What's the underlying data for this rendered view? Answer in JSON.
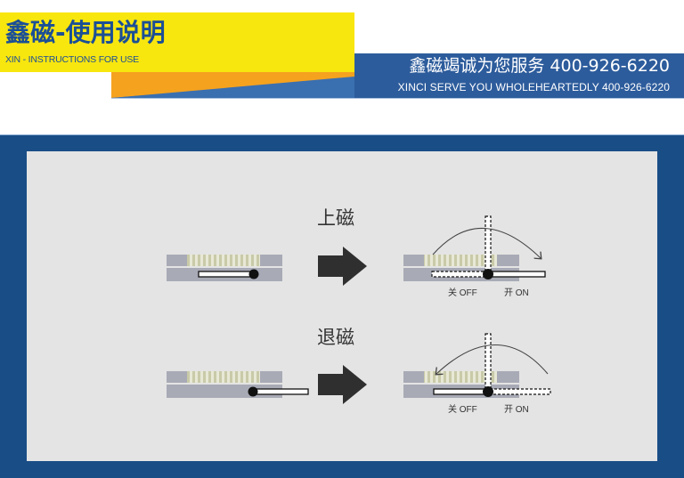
{
  "header": {
    "title_cn": "鑫磁-使用说明",
    "title_en": "XIN - INSTRUCTIONS FOR USE",
    "slogan_cn": "鑫磁竭诚为您服务 400-926-6220",
    "slogan_en": "XINCI SERVE YOU WHOLEHEARTEDLY 400-926-6220",
    "colors": {
      "yellow": "#f8e60f",
      "orange": "#f5a21f",
      "blue": "#2f62a5",
      "navy": "#194d86",
      "title_text": "#1b4f96"
    }
  },
  "panel": {
    "background": "#e4e4e4",
    "steps": [
      {
        "label": "上磁",
        "off_label": "关 OFF",
        "on_label": "开 ON",
        "arrow_icon": "right-arrow-icon",
        "rotation_icon": "clockwise-arc-arrow-icon"
      },
      {
        "label": "退磁",
        "off_label": "关 OFF",
        "on_label": "开 ON",
        "arrow_icon": "right-arrow-icon",
        "rotation_icon": "counterclockwise-arc-arrow-icon"
      }
    ]
  }
}
